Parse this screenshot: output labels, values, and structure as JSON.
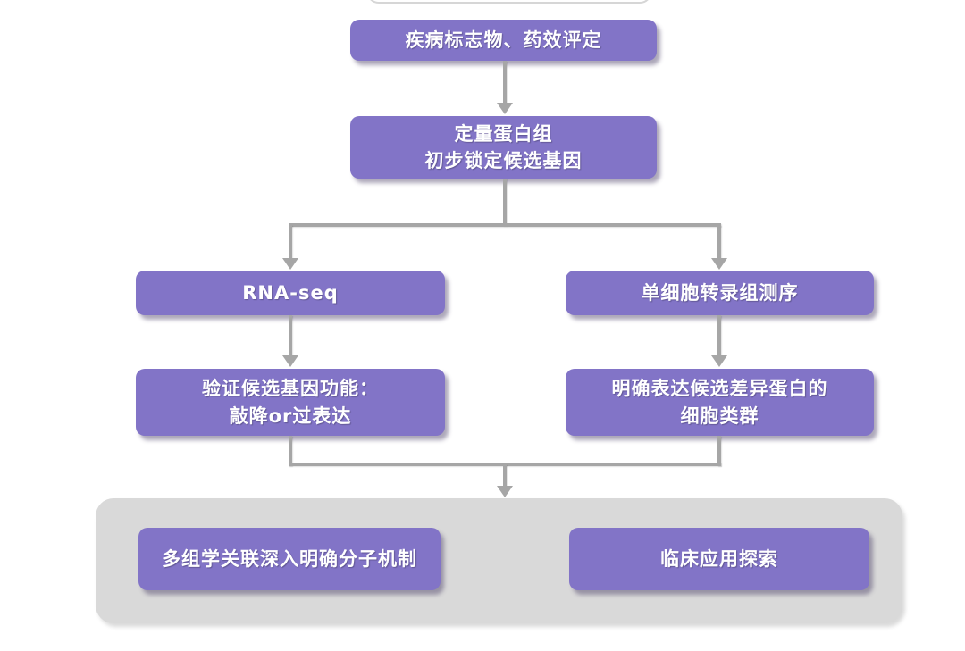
{
  "colors": {
    "node_fill": "#8274c7",
    "node_text": "#ffffff",
    "connector": "#a6a6a6",
    "container_fill": "#d9d9d9",
    "background": "#ffffff"
  },
  "diagram": {
    "type": "flowchart",
    "nodes": {
      "disease_markers": {
        "text": "疾病标志物、药效评定"
      },
      "quant_proteomics": {
        "text": "定量蛋白组\n初步锁定候选基因"
      },
      "rna_seq": {
        "text": "RNA-seq"
      },
      "single_cell": {
        "text": "单细胞转录组测序"
      },
      "validate_function": {
        "text": "验证候选基因功能：\n敲降or过表达"
      },
      "cell_clusters": {
        "text": "明确表达候选差异蛋白的\n细胞类群"
      },
      "multi_omics": {
        "text": "多组学关联深入明确分子机制"
      },
      "clinical": {
        "text": "临床应用探索"
      }
    },
    "edges": [
      "disease_markers -> quant_proteomics",
      "quant_proteomics -> rna_seq",
      "quant_proteomics -> single_cell",
      "rna_seq -> validate_function",
      "single_cell -> cell_clusters",
      "validate_function + cell_clusters -> bottom_group"
    ],
    "bottom_group": [
      "multi_omics",
      "clinical"
    ]
  }
}
